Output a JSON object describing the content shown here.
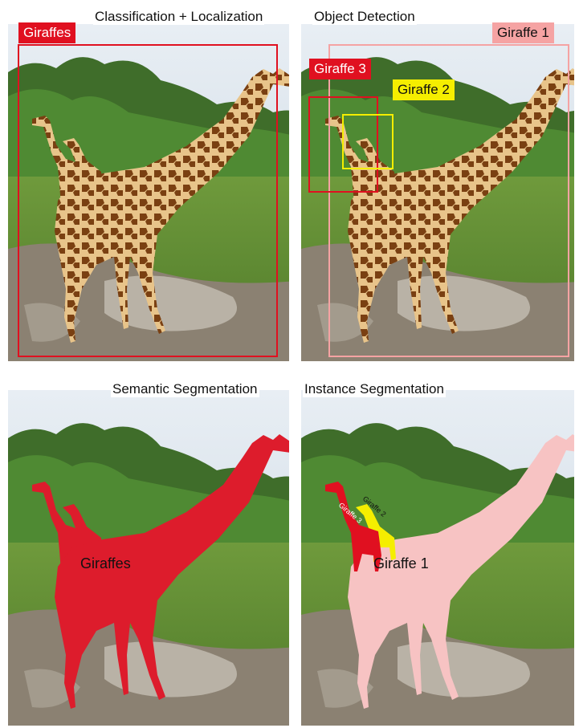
{
  "panels": {
    "classification": {
      "title": "Classification + Localization",
      "box_label": "Giraffes"
    },
    "detection": {
      "title": "Object Detection",
      "labels": [
        "Giraffe 1",
        "Giraffe 2",
        "Giraffe 3"
      ]
    },
    "semantic": {
      "title": "Semantic Segmentation",
      "mask_label": "Giraffes"
    },
    "instance": {
      "title": "Instance Segmentation",
      "labels": [
        "Giraffe 1",
        "Giraffe 2",
        "Giraffe 3"
      ]
    }
  },
  "colors": {
    "red": "#e01020",
    "yellow": "#f5ee00",
    "pink": "#f5b5b5",
    "mask_red": "#dd1c2c",
    "mask_pink": "#f7c3c3"
  }
}
